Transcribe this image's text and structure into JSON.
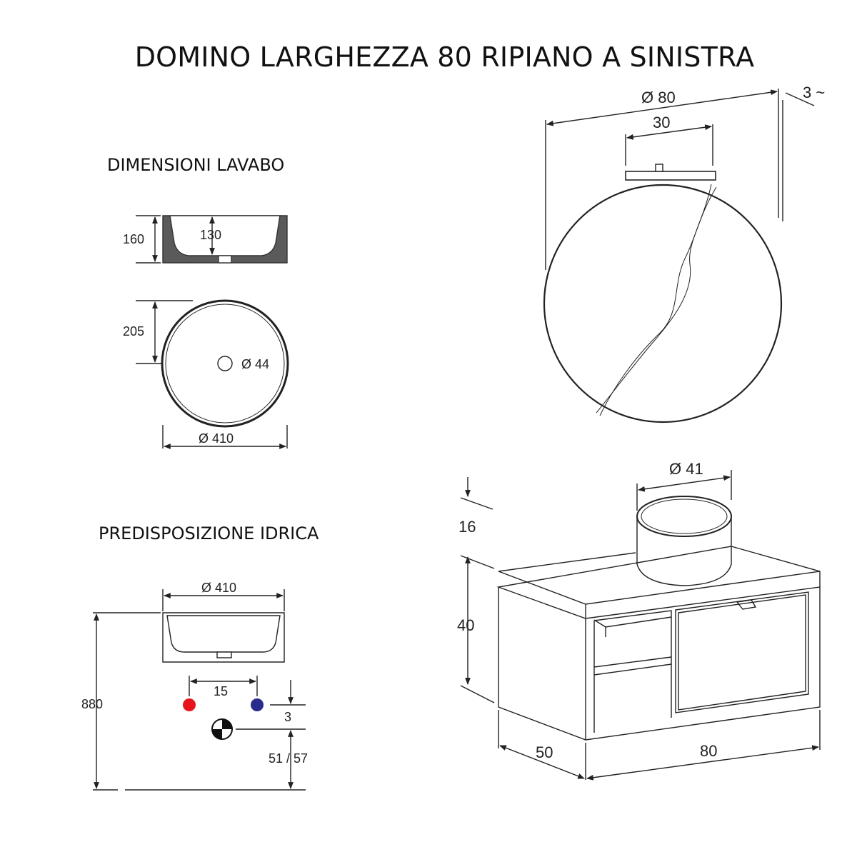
{
  "title": "DOMINO LARGHEZZA 80 RIPIANO A SINISTRA",
  "sections": {
    "basin": "DIMENSIONI LAVABO",
    "plumbing": "PREDISPOSIZIONE IDRICA"
  },
  "basin_dims": {
    "height": "160",
    "inner_depth": "130",
    "offset": "205",
    "drain": "Ø 44",
    "diameter": "Ø 410"
  },
  "plumbing_dims": {
    "diameter": "Ø 410",
    "height": "880",
    "spacing": "15",
    "vertical": "3",
    "drain_height": "51 / 57"
  },
  "mirror_dims": {
    "diameter": "Ø 80",
    "lamp": "30",
    "depth": "3 ~"
  },
  "cabinet_dims": {
    "basin_diameter": "Ø 41",
    "basin_height": "16",
    "height": "40",
    "depth": "50",
    "width": "80"
  },
  "colors": {
    "hot": "#e8141c",
    "cold": "#2a2a8c",
    "line": "#222222"
  }
}
